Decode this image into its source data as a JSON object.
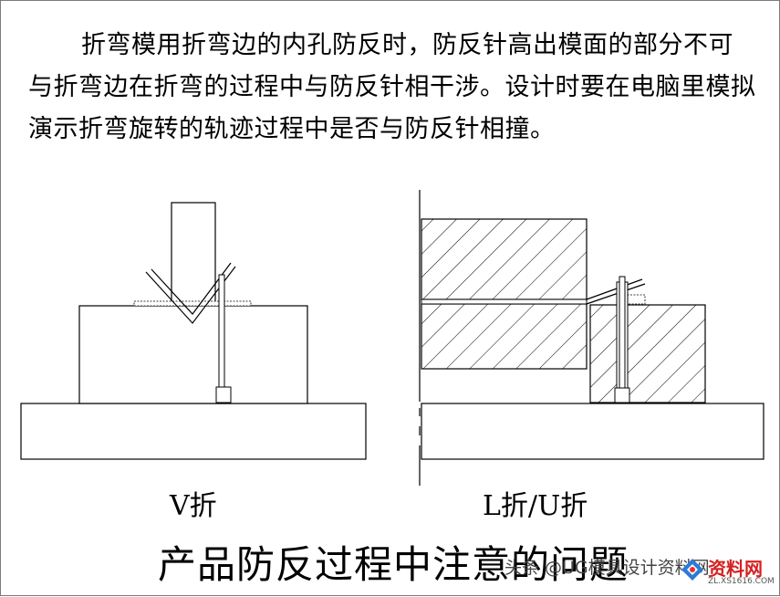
{
  "intro_text": "折弯模用折弯边的内孔防反时，防反针高出模面的部分不可与折弯边在折弯的过程中与防反针相干涉。设计时要在电脑里模拟演示折弯旋转的轨迹过程中是否与防反针相撞。",
  "captions": {
    "v_bend": "V折",
    "lu_bend": "L折/U折"
  },
  "title": "产品防反过程中注意的问题",
  "watermark": {
    "text": "头条 @UG模具设计资料网",
    "logo_name": "资料网",
    "logo_url": "ZL.XS1616.COM"
  }
}
